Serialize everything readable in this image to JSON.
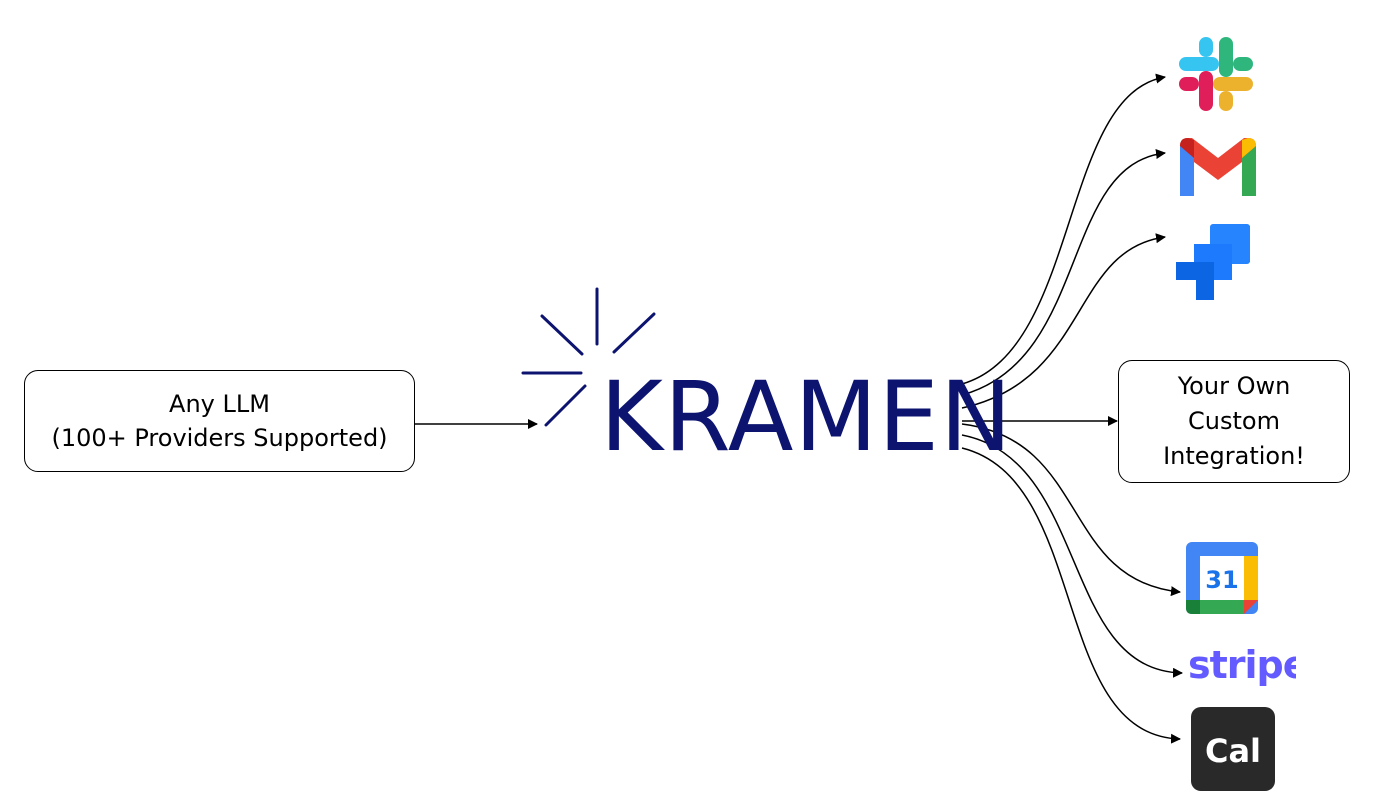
{
  "diagram": {
    "source": {
      "line1": "Any LLM",
      "line2": "(100+ Providers Supported)"
    },
    "hub": {
      "name": "KRAMEN",
      "color": "#0d1470"
    },
    "custom": {
      "line1": "Your Own",
      "line2": "Custom",
      "line3": "Integration!"
    },
    "integrations": {
      "slack": {
        "icon": "slack-icon"
      },
      "gmail": {
        "icon": "gmail-icon"
      },
      "jira": {
        "icon": "jira-icon"
      },
      "calendar": {
        "icon": "google-calendar-icon",
        "day": "31"
      },
      "stripe": {
        "icon": "stripe-icon",
        "label": "stripe",
        "color": "#635bff"
      },
      "cal": {
        "icon": "cal-icon",
        "label": "Cal"
      }
    }
  }
}
